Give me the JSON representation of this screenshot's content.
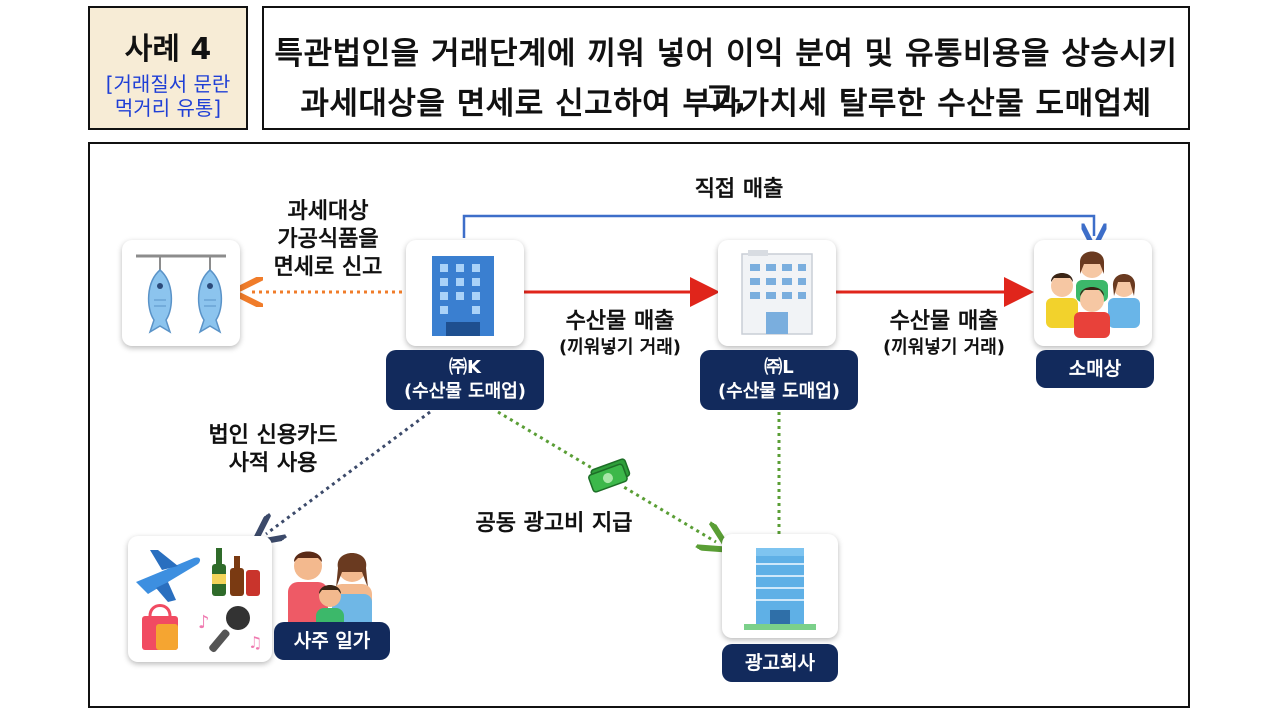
{
  "header": {
    "case_title": "사례 4",
    "case_sub_1": "[거래질서 문란",
    "case_sub_2": "먹거리 유통]",
    "title_line_1": "특관법인을 거래단계에 끼워 넣어 이익 분여 및 유통비용을 상승시키고,",
    "title_line_2": "과세대상을 면세로 신고하여 부가가치세 탈루한 수산물 도매업체"
  },
  "nodes": {
    "company_k_line1": "㈜K",
    "company_k_line2": "(수산물 도매업)",
    "company_l_line1": "㈜L",
    "company_l_line2": "(수산물 도매업)",
    "retailer": "소매상",
    "ad_agency": "광고회사",
    "family": "사주 일가"
  },
  "edges": {
    "direct_sales": "직접 매출",
    "tax_exempt_1": "과세대상",
    "tax_exempt_2": "가공식품을",
    "tax_exempt_3": "면세로 신고",
    "k_to_l_1": "수산물 매출",
    "k_to_l_2": "(끼워넣기 거래)",
    "l_to_retail_1": "수산물 매출",
    "l_to_retail_2": "(끼워넣기 거래)",
    "card_use_1": "법인 신용카드",
    "card_use_2": "사적 사용",
    "ad_cost": "공동 광고비 지급"
  },
  "colors": {
    "pill_navy": "#122a5c",
    "arrow_red": "#e0251b",
    "arrow_blue": "#3d6ec9",
    "arrow_orange": "#f07c2a",
    "arrow_green": "#5a9e35",
    "arrow_navy": "#3c4a6a",
    "case_bg": "#f7ecd6",
    "case_sub_text": "#1f3fd6"
  },
  "icons": [
    "dried-fish-icon",
    "office-building-icon",
    "white-building-icon",
    "people-group-icon",
    "luxury-goods-icon",
    "family-icon",
    "money-icon",
    "glass-tower-icon"
  ]
}
